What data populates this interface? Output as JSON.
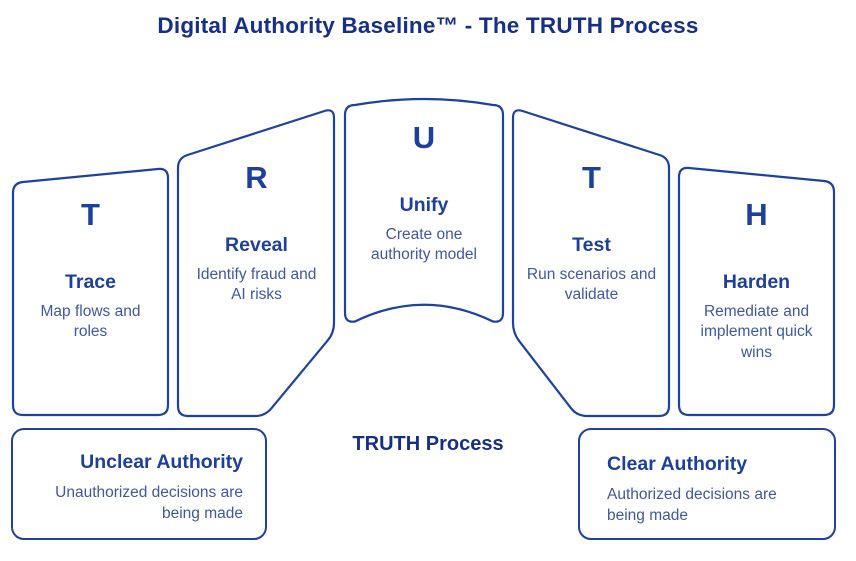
{
  "title": "Digital Authority Baseline™ - The TRUTH Process",
  "colors": {
    "heading_navy": "#172f86",
    "panel_blue": "#1e409a",
    "body_text_blue": "#40589f",
    "border_blue": "#1f429e",
    "background": "#ffffff"
  },
  "panels": [
    {
      "letter": "T",
      "name": "Trace",
      "desc": "Map flows and roles"
    },
    {
      "letter": "R",
      "name": "Reveal",
      "desc": "Identify fraud and AI risks"
    },
    {
      "letter": "U",
      "name": "Unify",
      "desc": "Create one authority model"
    },
    {
      "letter": "T",
      "name": "Test",
      "desc": "Run scenarios and validate"
    },
    {
      "letter": "H",
      "name": "Harden",
      "desc": "Remediate and implement quick wins"
    }
  ],
  "footer": {
    "center_label": "TRUTH Process",
    "left_box": {
      "heading": "Unclear Authority",
      "desc": "Unauthorized decisions are being made"
    },
    "right_box": {
      "heading": "Clear Authority",
      "desc": "Authorized decisions are being made"
    }
  }
}
